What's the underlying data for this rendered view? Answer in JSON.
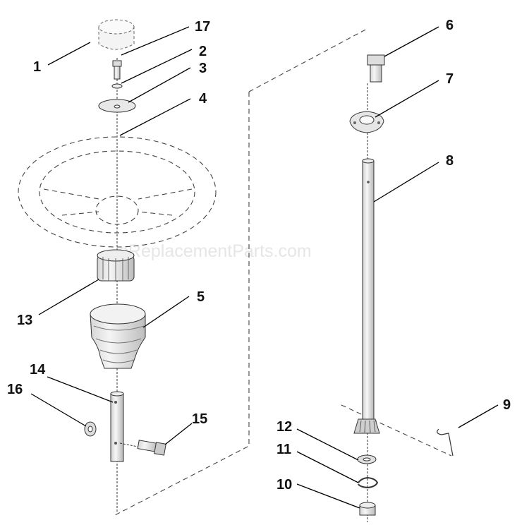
{
  "watermark": "eReplacementParts.com",
  "callouts": [
    {
      "id": "1",
      "text": "1"
    },
    {
      "id": "2",
      "text": "2"
    },
    {
      "id": "3",
      "text": "3"
    },
    {
      "id": "4",
      "text": "4"
    },
    {
      "id": "5",
      "text": "5"
    },
    {
      "id": "6",
      "text": "6"
    },
    {
      "id": "7",
      "text": "7"
    },
    {
      "id": "8",
      "text": "8"
    },
    {
      "id": "9",
      "text": "9"
    },
    {
      "id": "10",
      "text": "10"
    },
    {
      "id": "11",
      "text": "11"
    },
    {
      "id": "12",
      "text": "12"
    },
    {
      "id": "13",
      "text": "13"
    },
    {
      "id": "14",
      "text": "14"
    },
    {
      "id": "15",
      "text": "15"
    },
    {
      "id": "16",
      "text": "16"
    },
    {
      "id": "17",
      "text": "17"
    }
  ],
  "parts": [
    {
      "id": "1",
      "icon": "cap-icon"
    },
    {
      "id": "2",
      "icon": "lock-washer-icon"
    },
    {
      "id": "3",
      "icon": "flat-washer-icon"
    },
    {
      "id": "4",
      "icon": "steering-wheel-icon"
    },
    {
      "id": "5",
      "icon": "boot-cover-icon"
    },
    {
      "id": "6",
      "icon": "bolt-icon"
    },
    {
      "id": "7",
      "icon": "flange-bearing-icon"
    },
    {
      "id": "8",
      "icon": "steering-shaft-icon"
    },
    {
      "id": "9",
      "icon": "cotter-pin-icon"
    },
    {
      "id": "10",
      "icon": "bushing-icon"
    },
    {
      "id": "11",
      "icon": "retaining-ring-icon"
    },
    {
      "id": "12",
      "icon": "washer-icon"
    },
    {
      "id": "13",
      "icon": "splined-hub-icon"
    },
    {
      "id": "14",
      "icon": "shaft-icon"
    },
    {
      "id": "15",
      "icon": "bolt-icon"
    },
    {
      "id": "16",
      "icon": "nut-icon"
    },
    {
      "id": "17",
      "icon": "bolt-icon"
    }
  ]
}
